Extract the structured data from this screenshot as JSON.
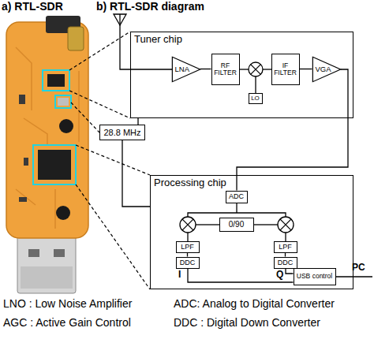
{
  "diagram": {
    "nodes": [
      {
        "text": [
          "Tuner chip"
        ]
      },
      {
        "text": [
          "LNA"
        ],
        "in": 0
      },
      {
        "text": [
          "RF FILTER"
        ],
        "in": 0
      },
      {
        "text": [
          "IF FILTER"
        ],
        "in": 0
      },
      {
        "text": [
          "VGA"
        ],
        "in": 0
      },
      {
        "text": [
          "LO"
        ],
        "in": 0
      },
      {
        "text": [
          "28.8 MHz"
        ]
      },
      {
        "text": [
          "Processing chip"
        ]
      },
      {
        "text": [
          "ADC"
        ],
        "in": 7
      },
      {
        "text": [
          "0/90"
        ],
        "in": 7
      },
      {
        "text": [
          "LPF"
        ],
        "in": 7
      },
      {
        "text": [
          "LPF"
        ],
        "in": 7
      },
      {
        "text": [
          "DDC"
        ],
        "in": 7
      },
      {
        "text": [
          "DDC"
        ],
        "in": 7
      },
      {
        "text": [
          "USB control"
        ],
        "in": 7
      }
    ],
    "edges": [
      {
        "from": 1,
        "to": 2,
        "arrow": "none"
      },
      {
        "from": 3,
        "to": 4,
        "arrow": "none"
      },
      {
        "from": 4,
        "to": 8,
        "arrow": "none"
      },
      {
        "from": 6,
        "to": 0,
        "arrow": "none"
      },
      {
        "from": 6,
        "to": 7,
        "arrow": "none"
      },
      {
        "from": 10,
        "to": 12,
        "arrow": "none"
      },
      {
        "from": 11,
        "to": 13,
        "arrow": "none"
      },
      {
        "from": 12,
        "to": 14,
        "label": "I",
        "arrow": "none"
      },
      {
        "from": 13,
        "to": 14,
        "label": "Q",
        "arrow": "none"
      }
    ],
    "labels": [
      "a) RTL-SDR",
      "b) RTL-SDR diagram",
      "PC",
      "LNO : Low Noise Amplifier",
      "ADC: Analog to Digital Converter",
      "AGC : Active Gain Control",
      "DDC : Digital Down Converter"
    ]
  }
}
